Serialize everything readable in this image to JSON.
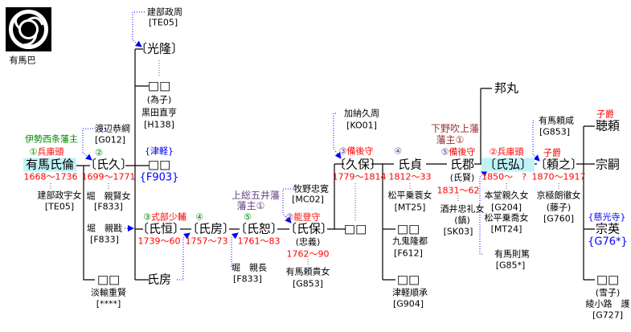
{
  "crest": {
    "label": "有馬巴",
    "icon": "arima-tomoe-crest"
  },
  "colors": {
    "lifespan": "#ff0000",
    "succession": "#008800",
    "domain": "#0000ff",
    "highlight": "#bff3f8",
    "adoption_arrow": "#0000ff"
  },
  "nodes": {
    "tatebe_masachika": {
      "name": "建部政周",
      "code": "[TE05]"
    },
    "mitsutaka": {
      "name": "〔光隆〕"
    },
    "daughter1": {
      "name": "□□",
      "note": "(為子)",
      "spouse": "黒田直亨",
      "code": "[H138]"
    },
    "watanabe": {
      "name": "渡辺恭綱",
      "code": "[G012]"
    },
    "ujinori": {
      "domain": "伊勢西条藩主",
      "num": "①",
      "title": "兵庫頭",
      "name": "有馬氏倫",
      "years": "1668〜1736",
      "spouse": "建部政宇女",
      "code": "[TE05]"
    },
    "ujihisa": {
      "num": "②",
      "name": "〔氏久〕",
      "years": "1699〜1771",
      "spouse": "堀　親賢女",
      "code": "[F833]"
    },
    "tsugaru": {
      "branch": "{津軽}",
      "name": "□□",
      "code": "{F903}"
    },
    "hori_chikatake": {
      "name": "堀　親戡",
      "code": "[F833]"
    },
    "ujitsune": {
      "num": "③",
      "title": "式部少輔",
      "name": "〔氏恒〕",
      "years": "1739〜60"
    },
    "ujifusa": {
      "num": "④",
      "name": "〔氏房〕",
      "years": "1757〜73"
    },
    "ujifusa_plain": {
      "name": "氏房"
    },
    "daughter2": {
      "name": "□□",
      "spouse": "淡輸重賢",
      "code": "[****]"
    },
    "ujihiro_old": {
      "domain": "上総五井藩",
      "domain2": "藩主①",
      "num": "⑤",
      "name": "〔氏恕〕",
      "years": "1761〜83"
    },
    "hori_chikanaga": {
      "name": "堀　親長",
      "code": "[F833]"
    },
    "makino": {
      "name": "牧野忠寛",
      "code": "[MC02]"
    },
    "ujiyasu": {
      "num": "②",
      "title": "能登守",
      "name": "〔氏保〕",
      "alt": "(忠義)",
      "years": "1762〜90",
      "spouse": "有馬頼貴女",
      "code": "[G853]"
    },
    "kano": {
      "name": "加納久周",
      "code": "[KO01]"
    },
    "hisayasu": {
      "num": "③",
      "title": "備後守",
      "name": "〔久保〕",
      "years": "1779〜1814"
    },
    "child_hisayasu": {
      "name": "□□"
    },
    "ujisada": {
      "num": "④",
      "name": "氏貞",
      "years": "1812〜33",
      "spouse": "松平乗蓑女",
      "code": "[MT25]"
    },
    "daughter3": {
      "name": "□□",
      "spouse": "九鬼隆都",
      "code": "[F612]"
    },
    "daughter4": {
      "name": "□□",
      "spouse": "津軽順承",
      "code": "[G904]"
    },
    "kunimaru": {
      "name": "邦丸"
    },
    "ujikuni": {
      "domain": "下野吹上藩",
      "domain2": "藩主①",
      "num": "⑤",
      "title": "備後守",
      "name": "氏郡",
      "alt": "(氏賢)",
      "years": "1831〜62",
      "spouse": "酒井忠礼女",
      "spouse_note": "(鎮)",
      "code": "[SK03]"
    },
    "ujihiro": {
      "num": "②",
      "title": "兵庫頭",
      "name": "〔氏弘〕",
      "years": "1850〜　?",
      "spouse": "本堂親久女",
      "code": "[G204]",
      "spouse2": "松平乗喬女",
      "code2": "[MT24]"
    },
    "arima_noriatsu": {
      "name": "有馬則篤",
      "code": "[G85*]"
    },
    "arima_yorishige": {
      "name": "有馬頼咸",
      "code": "[G853]"
    },
    "yoriyuki": {
      "rank": "子爵",
      "name": "〔頼之〕",
      "years": "1870〜1917",
      "spouse": "京極朗徹女",
      "spouse_note": "(藤子)",
      "code": "[G760]"
    },
    "kikuyori": {
      "rank": "子爵",
      "name": "聴頼"
    },
    "munetsugu": {
      "name": "宗嗣"
    },
    "munehide": {
      "branch": "{慈光寺}",
      "name": "宗英",
      "code": "{G76*}"
    },
    "daughter5": {
      "name": "□□",
      "note": "(雪子)",
      "spouse": "綾小路　護",
      "code": "[G727]"
    }
  }
}
